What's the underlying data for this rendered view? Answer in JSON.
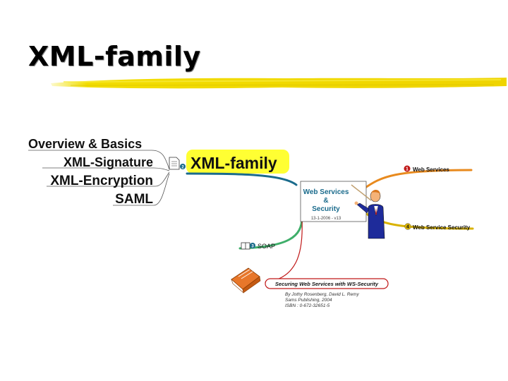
{
  "slide": {
    "title": "XML-family"
  },
  "branches": [
    "Overview & Basics",
    "XML-Signature",
    "XML-Encryption",
    "SAML"
  ],
  "central": {
    "label": "XML-family",
    "badge": "2",
    "highlight_color": "#ffff33"
  },
  "center_box": {
    "line1": "Web Services",
    "line2": "&",
    "line3": "Security",
    "date": "13-1-2006 - v13"
  },
  "nodes": {
    "web_services": {
      "badge": "1",
      "label": "Web Services"
    },
    "web_service_security": {
      "badge": "4",
      "label": "Web Service Security"
    },
    "soap": {
      "badge": "3",
      "label": "SOAP"
    }
  },
  "book": {
    "title": "Securing Web Services with WS-Security",
    "line1": "By Jothy Rosenberg, David L. Remy",
    "line2": "Sams Publishing, 2004",
    "line3": "ISBN : 0-672-32651-5"
  },
  "colors": {
    "accent_teal": "#1a6b8c",
    "badge_red": "#c01818",
    "orange": "#e88a1e",
    "green": "#3fae6a",
    "gold": "#d9b200",
    "book_orange": "#e8772a"
  }
}
